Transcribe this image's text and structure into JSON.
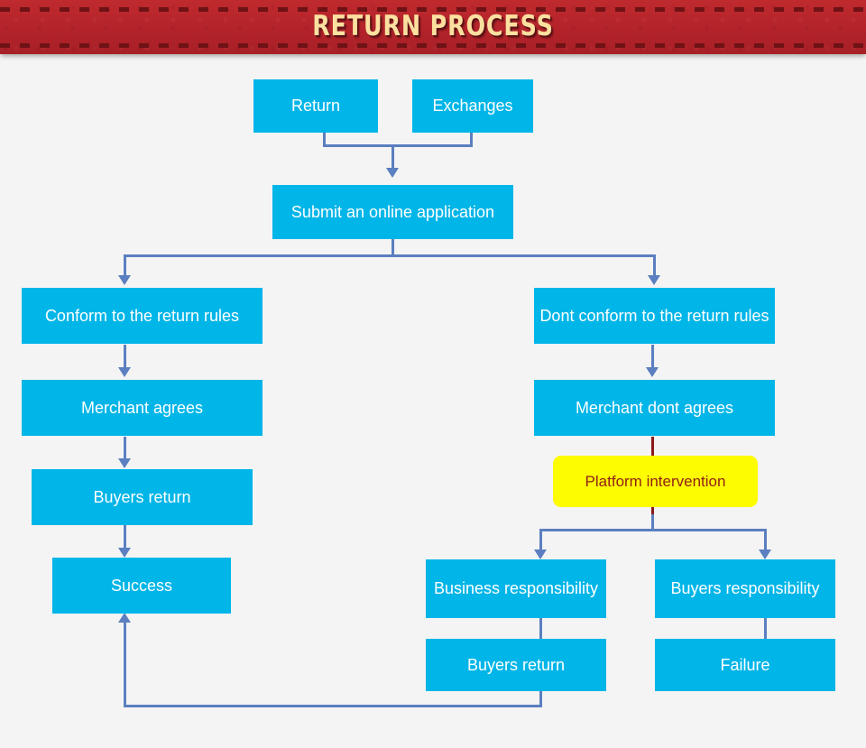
{
  "banner": {
    "title": "RETURN PROCESS",
    "background_color": "#b8252b",
    "title_color": "#fbe0a0",
    "dash_color": "#6e1216"
  },
  "palette": {
    "page_background": "#f4f4f4",
    "node_fill": "#00b5e8",
    "node_text": "#ffffff",
    "highlight_fill": "#fdfc00",
    "highlight_text": "#8f1f17",
    "connector": "#5b7fc0",
    "connector_alt": "#8b1a1a"
  },
  "nodes": {
    "return": "Return",
    "exchanges": "Exchanges",
    "submit_application": "Submit an online application",
    "conform_rules": "Conform to the return rules",
    "merchant_agrees": "Merchant agrees",
    "buyers_return_left": "Buyers return",
    "success": "Success",
    "dont_conform_rules": "Dont conform to the return rules",
    "merchant_dont_agrees": "Merchant dont agrees",
    "platform_intervention": "Platform intervention",
    "business_responsibility": "Business responsibility",
    "buyers_responsibility": "Buyers responsibility",
    "buyers_return_right": "Buyers return",
    "failure": "Failure"
  }
}
